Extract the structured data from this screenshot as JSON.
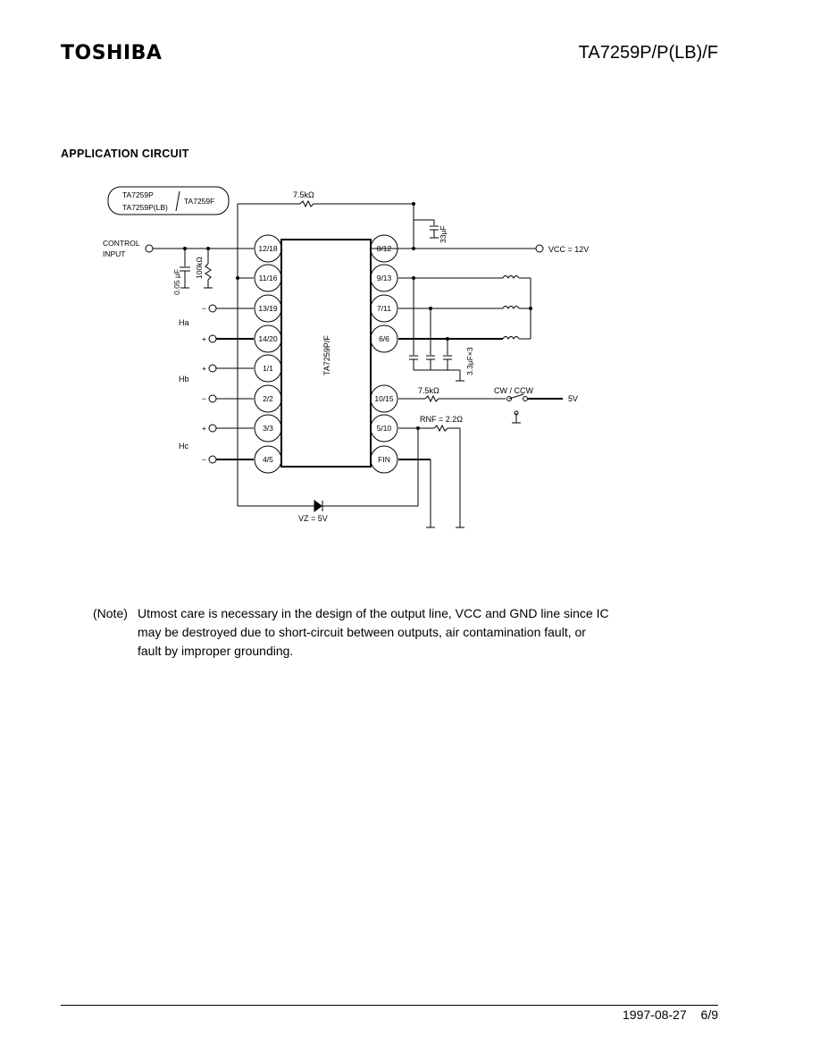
{
  "header": {
    "brand": "TOSHIBA",
    "part_number": "TA7259P/P(LB)/F"
  },
  "section_title": "APPLICATION CIRCUIT",
  "circuit": {
    "variant_box": {
      "left_top": "TA7259P",
      "left_bottom": "TA7259P(LB)",
      "right": "TA7259F"
    },
    "chip_label": "TA7259P/F",
    "left_pins": [
      "12/18",
      "11/16",
      "13/19",
      "14/20",
      "1/1",
      "2/2",
      "3/3",
      "4/5"
    ],
    "right_pins": [
      "8/12",
      "9/13",
      "7/11",
      "6/6",
      "10/15",
      "5/10",
      "FIN"
    ],
    "labels": {
      "control_input_1": "CONTROL",
      "control_input_2": "INPUT",
      "cap_005": "0.05 μF",
      "res_100k": "100kΩ",
      "res_top": "7.5kΩ",
      "cap_33": "33μF",
      "vcc": "VCC = 12V",
      "caps_33x3": "3.3μF×3",
      "res_75k": "7.5kΩ",
      "cw_ccw": "CW / CCW",
      "v5": "5V",
      "rnf": "RNF = 2.2Ω",
      "vz": "VZ = 5V",
      "ha": "Ha",
      "hb": "Hb",
      "hc": "Hc",
      "plus": "+",
      "minus": "−"
    }
  },
  "note": {
    "label": "(Note)",
    "line1": "Utmost care is necessary in the design of the output line, VCC and GND line since IC",
    "line2": "may be destroyed due to short-circuit between outputs, air contamination fault, or",
    "line3": "fault by improper grounding."
  },
  "footer": {
    "date": "1997-08-27",
    "page": "6/9"
  }
}
